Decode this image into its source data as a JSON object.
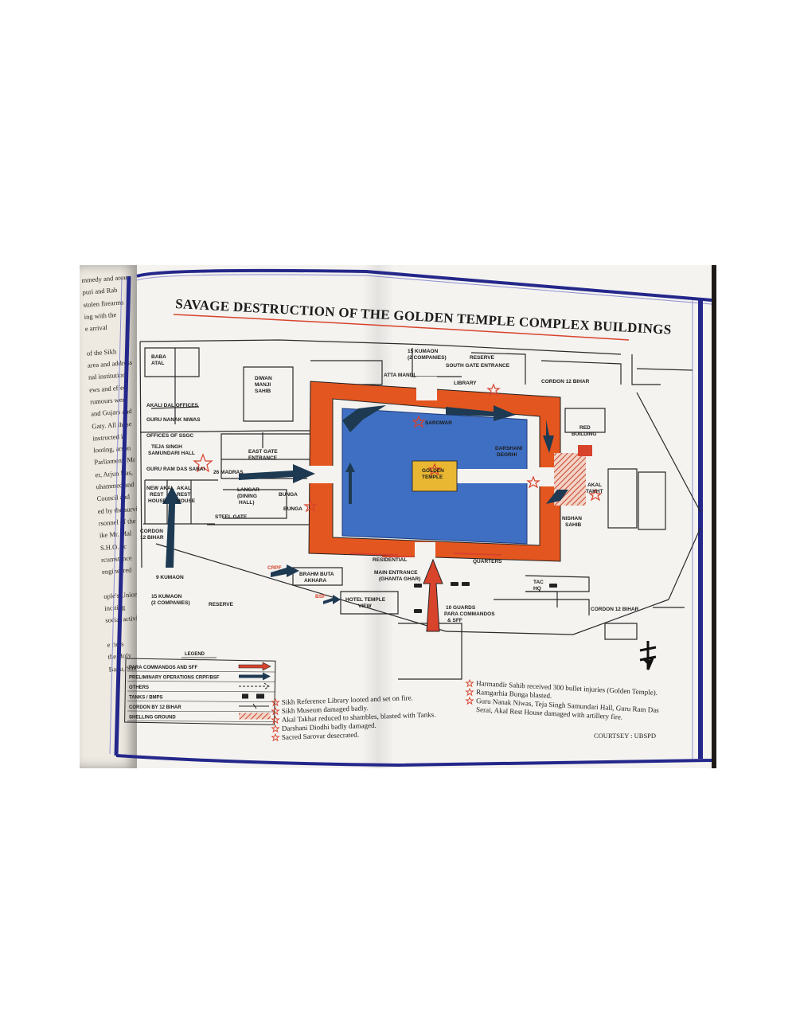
{
  "title": "SAVAGE DESTRUCTION OF THE GOLDEN TEMPLE COMPLEX BUILDINGS",
  "left_page_lines": [
    "mmedy and aroun",
    "puri and Rab",
    "stolen firearms",
    "ing with the",
    "e arrival",
    "",
    "of the Sikh",
    "area and address",
    "nal institution",
    "ews and effect",
    "rumours were",
    "and Gujars and",
    "Gaty. All these",
    "instructed in",
    "looting, arson",
    "Parliament, Mr",
    "er, Arjun Das,",
    "uhammed and",
    "Council and",
    "ed by the survivor",
    "rsonnel of the",
    "ike Mr. Mal",
    "S.H.O. ac",
    "rcumstance",
    "engineered",
    "",
    "ople's Union",
    "inciting",
    "social activist",
    "",
    "e riots",
    "the Holy",
    "Bapu, Sant"
  ],
  "labels": {
    "baba_atal": [
      "BABA",
      "ATAL"
    ],
    "diwan_manji_sahib": [
      "DIWAN",
      "MANJI",
      "SAHIB"
    ],
    "akali_dal_offices": "AKALI DAL OFFICES",
    "guru_nanak_niwas": "GURU NANAK NIWAS",
    "offices_of_ssgc": "OFFICES OF SSGC",
    "teja_singh_hall": [
      "TEJA SINGH",
      "SAMUNDARI HALL"
    ],
    "guru_ram_das_sarai": "GURU RAM DAS SARAI",
    "new_akal_rest_house": [
      "NEW AKAL",
      "REST",
      "HOUSE"
    ],
    "akal_rest_house": [
      "AKAL",
      "REST",
      "HOUSE"
    ],
    "kumaon_top": [
      "15 KUMAON",
      "(2 COMPANIES)"
    ],
    "reserve_top": "RESERVE",
    "atta_mandi": "ATTA MANDI",
    "south_gate_entrance": "SOUTH GATE ENTRANCE",
    "library": "LIBRARY",
    "cordon_12_bihar_top": "CORDON 12 BIHAR",
    "red_building": [
      "RED",
      "BUILDING"
    ],
    "east_gate_entrance": [
      "EAST GATE",
      "ENTRANCE"
    ],
    "madras_26": "26 MADRAS",
    "sarowar": "SAROWAR",
    "golden_temple": [
      "GOLDEN",
      "TEMPLE"
    ],
    "darshani_deorhi": [
      "DARSHANI",
      "DEORHI"
    ],
    "akal_takht": [
      "AKAL",
      "TAKHT"
    ],
    "nishan_sahib": [
      "NISHAN",
      "SAHIB"
    ],
    "langar": [
      "LANGAR",
      "(DINING",
      "HALL)"
    ],
    "bunga": "BUNGA",
    "bunga_small": "BUNGA",
    "steel_gate": "STEEL GATE",
    "cordon_12_bihar_left": [
      "CORDON",
      "12 BIHAR"
    ],
    "kumaon_9": "9 KUMAON",
    "kumaon_15_bottom": [
      "15 KUMAON",
      "(2 COMPANIES)"
    ],
    "reserve_bottom": "RESERVE",
    "crpf": "CRPF",
    "brahm_buta_akhara": [
      "BRAHM BUTA",
      "AKHARA"
    ],
    "residential": "RESIDENTIAL",
    "quarters": "QUARTERS",
    "main_entrance": [
      "MAIN ENTRANCE",
      "(GHANTA GHAR)"
    ],
    "tac_hq": [
      "TAC",
      "HQ"
    ],
    "bsf": "BSF",
    "hotel_temple_view": [
      "HOTEL TEMPLE",
      "VIEW"
    ],
    "guards": [
      "10 GUARDS",
      "PARA COMMANDOS",
      "& SFF"
    ],
    "cordon_12_bihar_right": "CORDON 12 BIHAR",
    "courtesy": "COURTSEY : UBSPD"
  },
  "legend": {
    "heading": "LEGEND",
    "rows": [
      {
        "label": "PARA COMMANDOS AND SFF",
        "symbol": "red-arrow"
      },
      {
        "label": "PRELIMINARY OPERATIONS CRPF/BSF",
        "symbol": "dark-arrow"
      },
      {
        "label": "OTHERS",
        "symbol": "dashed-arrow"
      },
      {
        "label": "TANKS / BMPS",
        "symbol": "tank-icon"
      },
      {
        "label": "CORDON BY 12 BIHAR",
        "symbol": "cordon-line"
      },
      {
        "label": "SHELLING GROUND",
        "symbol": "hatch"
      }
    ]
  },
  "notes_left": [
    "Sikh Reference Library looted and set on fire.",
    "Sikh Museum damaged badly.",
    "Akal Takhat reduced to shambles, blasted with Tanks.",
    "Darshani Diodhi badly damaged.",
    "Sacred Sarovar desecrated."
  ],
  "notes_right": [
    "Harmandir Sahib received 300 bullet injuries (Golden Temple).",
    "Ramgarhia Bunga blasted.",
    "Guru Nanak Niwas, Teja Singh Samundari Hall, Guru Ram Das",
    "Serai, Akal Rest House damaged with artillery fire."
  ],
  "colors": {
    "orange": "#e4561f",
    "pool_blue": "#3f6fc2",
    "temple_yellow": "#e9b731",
    "frame_navy": "#24278a",
    "arrow_dark": "#1e3a52",
    "star_red": "#d8432c"
  }
}
